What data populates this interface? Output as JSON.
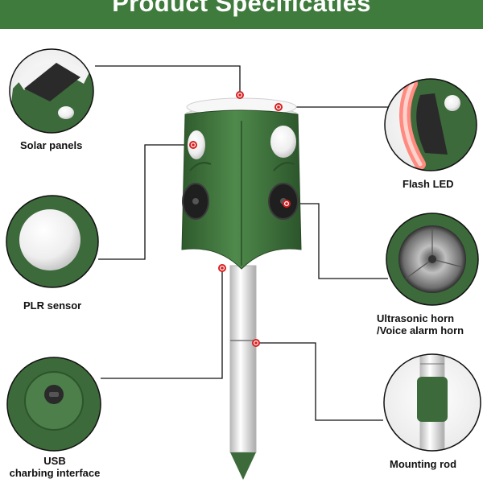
{
  "header": {
    "title": "Product Specificaties"
  },
  "callouts": {
    "solar_panels": "Solar panels",
    "flash_led": "Flash LED",
    "plr_sensor": "PLR sensor",
    "ultrasonic_horn_line1": "Ultrasonic horn",
    "ultrasonic_horn_line2": "/Voice alarm horn",
    "usb_line1": "USB",
    "usb_line2": "charbing interface",
    "mounting_rod": "Mounting rod"
  },
  "colors": {
    "banner": "#3e7b3c",
    "device_green": "#3c6a3a",
    "marker_red": "#d81e1e",
    "leader_line": "#111111"
  },
  "icons": [
    "solar-panel-detail-icon",
    "flash-led-detail-icon",
    "plr-sensor-detail-icon",
    "ultrasonic-horn-detail-icon",
    "usb-interface-detail-icon",
    "mounting-rod-detail-icon"
  ]
}
